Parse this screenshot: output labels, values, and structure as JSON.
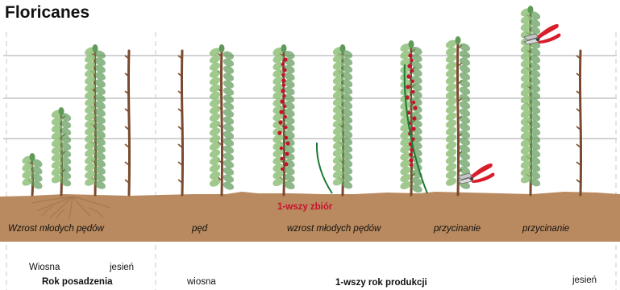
{
  "title": "Floricanes",
  "harvest_label": "1-wszy zbiór",
  "stage_labels": [
    "Wzrost młodych pędów",
    "pęd",
    "wzrost młodych pędów",
    "przycinanie",
    "przycinanie"
  ],
  "season_labels": {
    "planting_spring": "Wiosna",
    "planting_autumn": "jesień",
    "production_spring": "wiosna",
    "production_autumn": "jesień"
  },
  "year_labels": {
    "planting": "Rok posadzenia",
    "production": "1-wszy rok produkcji"
  },
  "colors": {
    "soil": "#b98a5f",
    "soil_dark": "#a67950",
    "wire": "#b8b8b8",
    "cane": "#7a4a2e",
    "leaf": "#8fbf7a",
    "leaf_dark": "#5f9a58",
    "berry": "#c8102e",
    "young_cane": "#1e7a34",
    "shears": "#d81e2b"
  },
  "icons": [
    "pruning-shears-icon"
  ]
}
